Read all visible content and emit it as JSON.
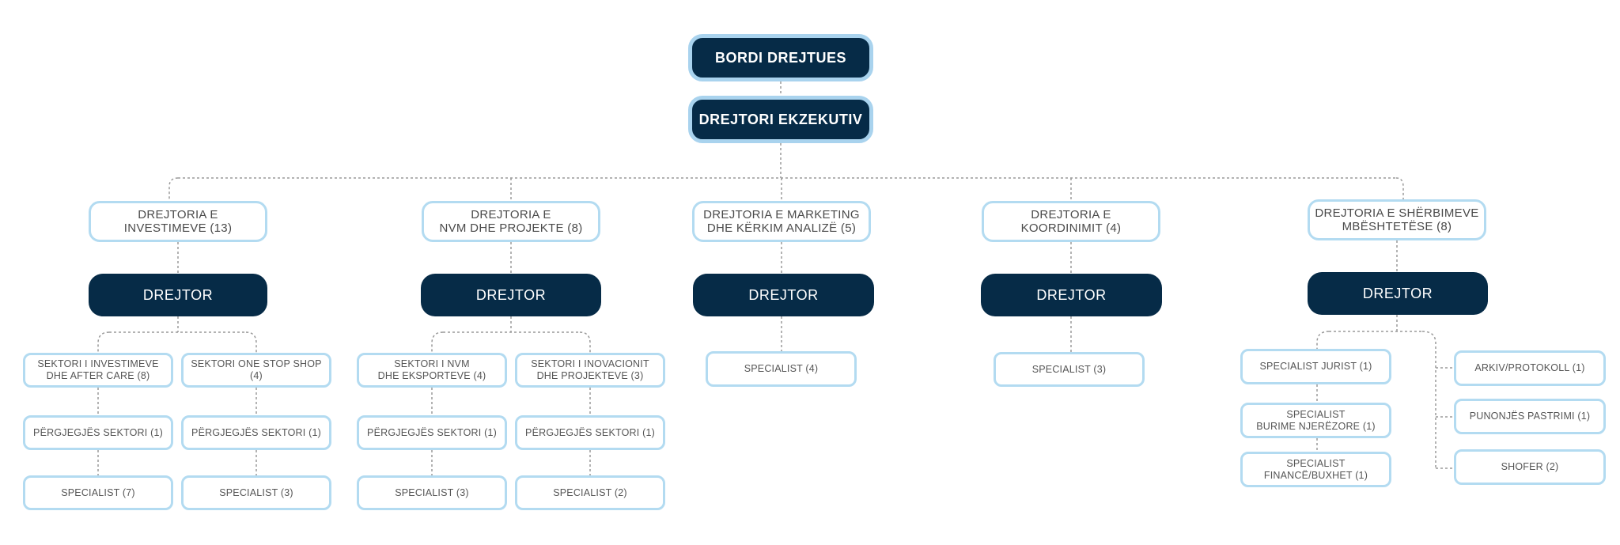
{
  "org": {
    "board": "BORDI DREJTUES",
    "executive": "DREJTORI EKZEKUTIV",
    "directorates": [
      {
        "name": "DREJTORIA E\nINVESTIMEVE (13)",
        "head": "DREJTOR",
        "sectors": [
          {
            "name": "SEKTORI I INVESTIMEVE\nDHE AFTER CARE (8)",
            "lead": "PËRGJEGJËS SEKTORI (1)",
            "staff": "SPECIALIST (7)"
          },
          {
            "name": "SEKTORI ONE STOP SHOP\n(4)",
            "lead": "PËRGJEGJËS SEKTORI (1)",
            "staff": "SPECIALIST (3)"
          }
        ]
      },
      {
        "name": "DREJTORIA E\nNVM DHE PROJEKTE (8)",
        "head": "DREJTOR",
        "sectors": [
          {
            "name": "SEKTORI I NVM\nDHE EKSPORTEVE (4)",
            "lead": "PËRGJEGJËS SEKTORI (1)",
            "staff": "SPECIALIST (3)"
          },
          {
            "name": "SEKTORI I INOVACIONIT\nDHE PROJEKTEVE (3)",
            "lead": "PËRGJEGJËS SEKTORI (1)",
            "staff": "SPECIALIST (2)"
          }
        ]
      },
      {
        "name": "DREJTORIA E MARKETING\nDHE KËRKIM ANALIZË (5)",
        "head": "DREJTOR",
        "staff": "SPECIALIST (4)"
      },
      {
        "name": "DREJTORIA E\nKOORDINIMIT (4)",
        "head": "DREJTOR",
        "staff": "SPECIALIST (3)"
      },
      {
        "name": "DREJTORIA E SHËRBIMEVE\nMBËSHTETËSE (8)",
        "head": "DREJTOR",
        "specialists": [
          "SPECIALIST JURIST (1)",
          "SPECIALIST\nBURIME NJERËZORE (1)",
          "SPECIALIST\nFINANCË/BUXHET (1)"
        ],
        "support": [
          "ARKIV/PROTOKOLL (1)",
          "PUNONJËS PASTRIMI (1)",
          "SHOFER (2)"
        ]
      }
    ]
  },
  "colors": {
    "dark_node": "#062b47",
    "node_border": "#b3dbf1",
    "connector": "#9a9a9a"
  }
}
